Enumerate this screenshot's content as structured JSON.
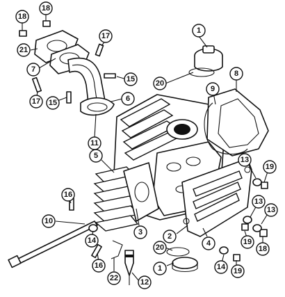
{
  "colors": {
    "ink": "#111111",
    "paper": "#ffffff"
  },
  "callouts": [
    "1",
    "1",
    "2",
    "3",
    "4",
    "5",
    "6",
    "7",
    "8",
    "9",
    "10",
    "11",
    "12",
    "13",
    "13",
    "13",
    "14",
    "14",
    "15",
    "15",
    "16",
    "16",
    "17",
    "17",
    "18",
    "18",
    "18",
    "19",
    "19",
    "19",
    "20",
    "20",
    "21",
    "22"
  ]
}
